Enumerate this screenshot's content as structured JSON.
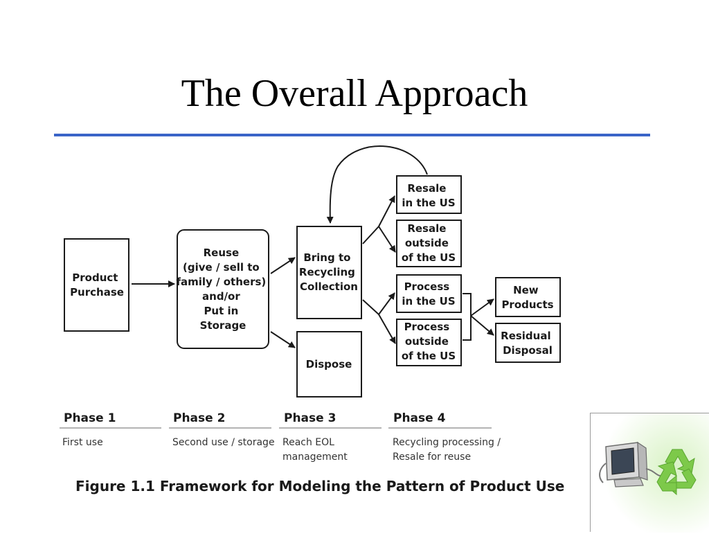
{
  "slide": {
    "title": "The Overall Approach",
    "accent_color": "#3a64c8"
  },
  "diagram": {
    "boxes": {
      "product_purchase": [
        "Product",
        "Purchase"
      ],
      "reuse": [
        "Reuse",
        "(give / sell to",
        "family / others)",
        "and/or",
        "Put in",
        "Storage"
      ],
      "bring_to_recycling": [
        "Bring to",
        "Recycling",
        "Collection"
      ],
      "dispose": [
        "Dispose"
      ],
      "resale_us": [
        "Resale",
        "in the US"
      ],
      "resale_outside": [
        "Resale",
        "outside",
        "of the US"
      ],
      "process_us": [
        "Process",
        "in the US"
      ],
      "process_outside": [
        "Process",
        "outside",
        "of the US"
      ],
      "new_products": [
        "New",
        "Products"
      ],
      "residual_disposal": [
        "Residual",
        "Disposal"
      ]
    },
    "phases": [
      {
        "label": "Phase 1",
        "desc": [
          "First use"
        ]
      },
      {
        "label": "Phase 2",
        "desc": [
          "Second use / storage"
        ]
      },
      {
        "label": "Phase 3",
        "desc": [
          "Reach EOL",
          "management"
        ]
      },
      {
        "label": "Phase 4",
        "desc": [
          "Recycling processing /",
          "Resale for reuse"
        ]
      }
    ],
    "caption": "Figure 1.1 Framework for Modeling the Pattern of Product Use"
  },
  "logo": {
    "icons": [
      "computer-monitor-icon",
      "recycle-icon"
    ],
    "recycle_color": "#7dc94a"
  }
}
